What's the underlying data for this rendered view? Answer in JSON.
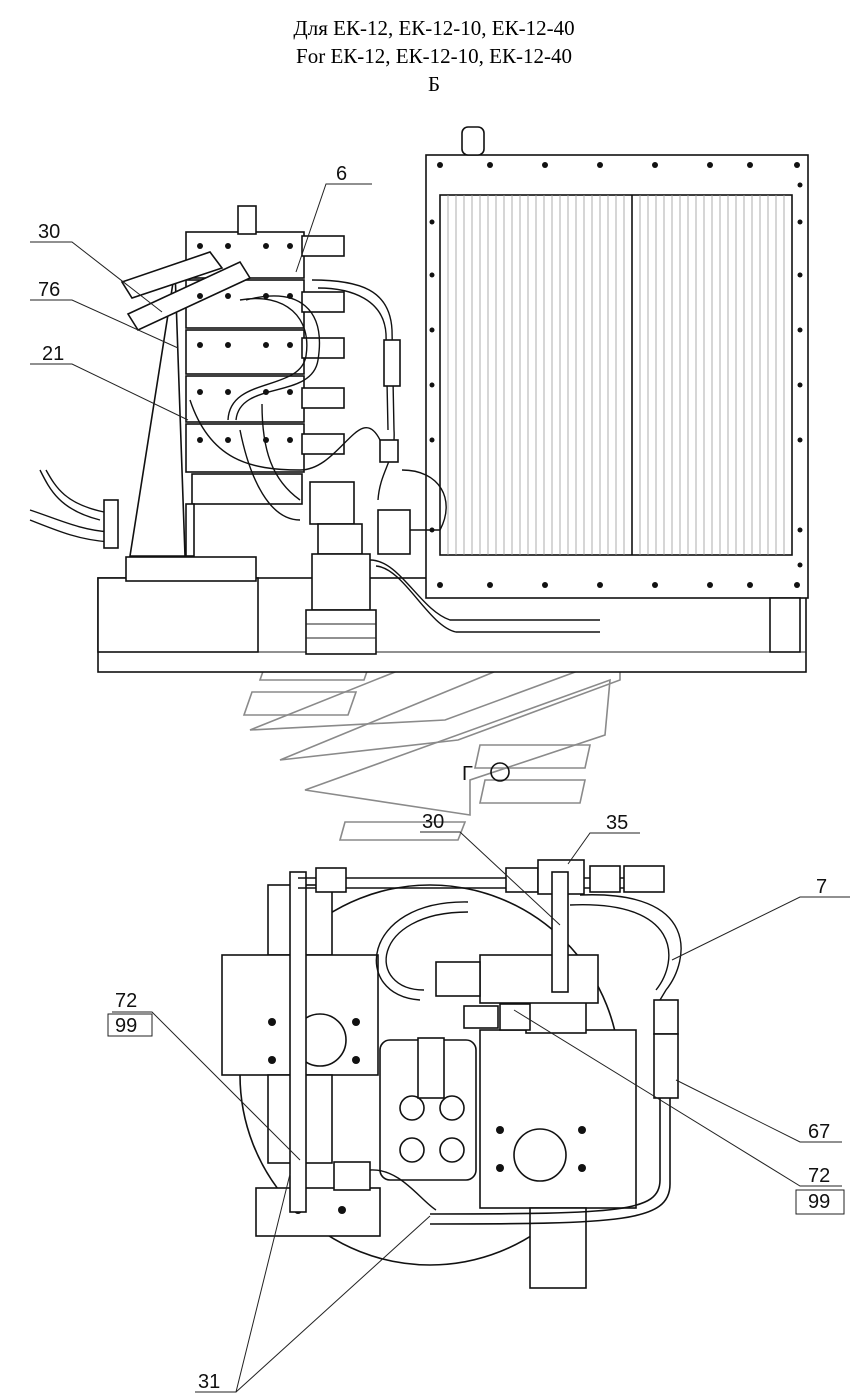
{
  "titles": {
    "line1": "Для ЕК-12, ЕК-12-10, ЕК-12-40",
    "line2": "For ЕК-12, ЕК-12-10, ЕК-12-40",
    "view_b": "Б",
    "view_g": "Г"
  },
  "callouts": {
    "c6": "6",
    "c30_top": "30",
    "c76": "76",
    "c21": "21",
    "c30_bottom": "30",
    "c35": "35",
    "c7": "7",
    "c72_left": "72",
    "c99_left": "99",
    "c67": "67",
    "c72_right": "72",
    "c99_right": "99",
    "c31": "31"
  }
}
